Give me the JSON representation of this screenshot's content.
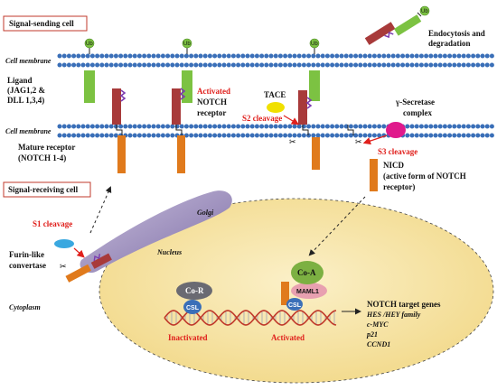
{
  "boxes": {
    "sending": "Signal-sending cell",
    "receiving": "Signal-receiving cell"
  },
  "membranes": {
    "top": "Cell membrane",
    "bottom": "Cell membrane"
  },
  "ligand": [
    "Ligand",
    "(JAG1,2 &",
    "DLL 1,3,4)"
  ],
  "mature_receptor": [
    "Mature receptor",
    "(NOTCH 1-4)"
  ],
  "activated_receptor": [
    "Activated",
    "NOTCH",
    "receptor"
  ],
  "tace": "TACE",
  "s2_cleavage": "S2 cleavage",
  "gamma_secretase": [
    "γ-Secretase",
    "complex"
  ],
  "s3_cleavage": "S3 cleavage",
  "endocytosis": [
    "Endocytosis and",
    "degradation"
  ],
  "nicd": [
    "NICD",
    "(active form of NOTCH",
    "receptor)"
  ],
  "golgi": "Golgi",
  "s1_cleavage": "S1 cleavage",
  "furin": [
    "Furin-like",
    "convertase"
  ],
  "cytoplasm": "Cytoplasm",
  "nucleus": "Nucleus",
  "co_r": "Co-R",
  "csl_left": "CSL",
  "co_a": "Co-A",
  "maml1": "MAML1",
  "csl_right": "CSL",
  "inactivated": "Inactivated",
  "activated": "Activated",
  "ub": "Ub",
  "targets_title": "NOTCH target genes",
  "targets": [
    "HES /HEY family",
    "c-MYC",
    "p21",
    "CCND1"
  ],
  "colors": {
    "membrane_bead": "#3a6fb8",
    "ligand_green": "#7cc242",
    "receptor_red": "#a83a3a",
    "receptor_orange": "#e07a1c",
    "tace_yellow": "#f0e000",
    "gamma_pink": "#e01a8c",
    "furin_blue": "#3aa8e0",
    "golgi_purple": "#9a8ab8",
    "nucleus_fill": "#f7e6b0",
    "coa_green": "#7cb042",
    "maml_pink": "#e8a0b0",
    "csl_blue": "#3a6fb8",
    "cor_gray": "#6a6a72",
    "cleavage_red": "#e0201c"
  }
}
